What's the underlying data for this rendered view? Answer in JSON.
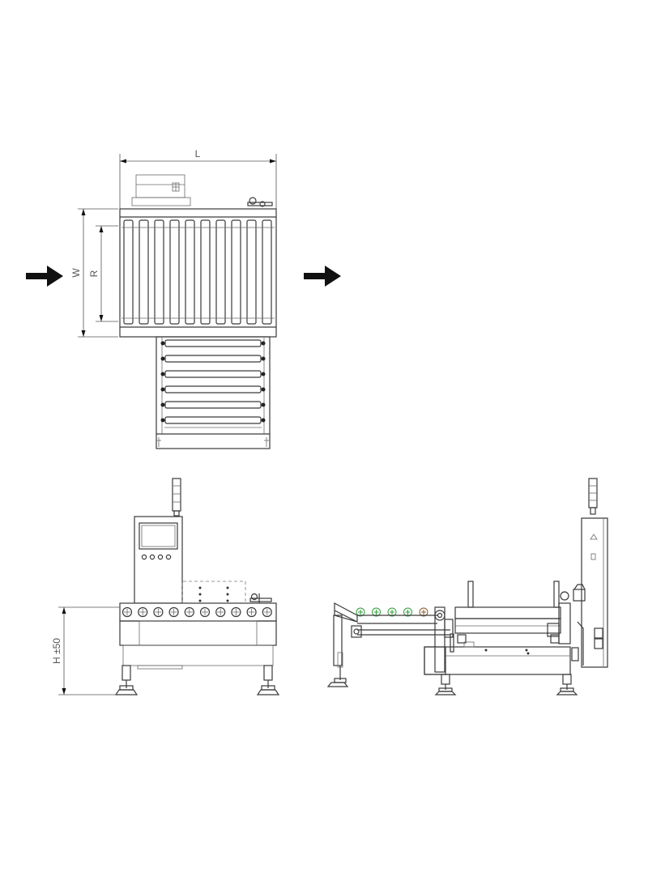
{
  "dimension_labels": {
    "length": "L",
    "width": "W",
    "roller_width": "R",
    "height": "H ±50"
  },
  "colors": {
    "line": "#3a3a3a",
    "arrow": "#111111",
    "accent_roller": "#2e9e3a",
    "reject_roller": "#8a5a2a"
  },
  "icons": {
    "flow_direction": "arrow-right-icon"
  }
}
